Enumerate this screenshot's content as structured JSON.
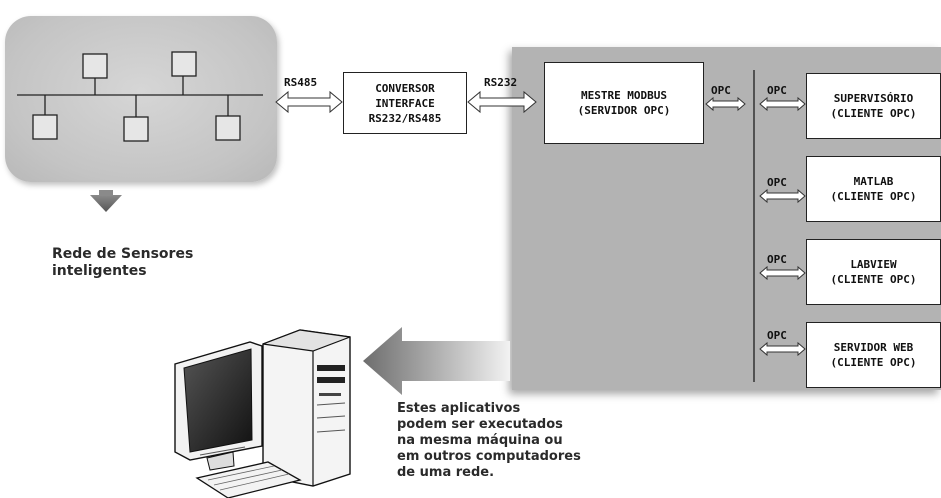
{
  "network_caption": [
    "Rede de Sensores",
    "inteligentes"
  ],
  "links": {
    "rs485": "RS485",
    "rs232": "RS232"
  },
  "converter": [
    "CONVERSOR",
    "INTERFACE",
    "RS232/RS485"
  ],
  "master": [
    "MESTRE MODBUS",
    "(SERVIDOR OPC)"
  ],
  "master_opc": "OPC",
  "clients": [
    {
      "opc": "OPC",
      "name": "SUPERVISÓRIO",
      "role": "(CLIENTE OPC)"
    },
    {
      "opc": "OPC",
      "name": "MATLAB",
      "role": "(CLIENTE OPC)"
    },
    {
      "opc": "OPC",
      "name": "LABVIEW",
      "role": "(CLIENTE OPC)"
    },
    {
      "opc": "OPC",
      "name": "SERVIDOR WEB",
      "role": "(CLIENTE OPC)"
    }
  ],
  "note": [
    "Estes aplicativos",
    "podem ser executados",
    "na mesma máquina ou",
    "em outros computadores",
    "de uma rede."
  ]
}
